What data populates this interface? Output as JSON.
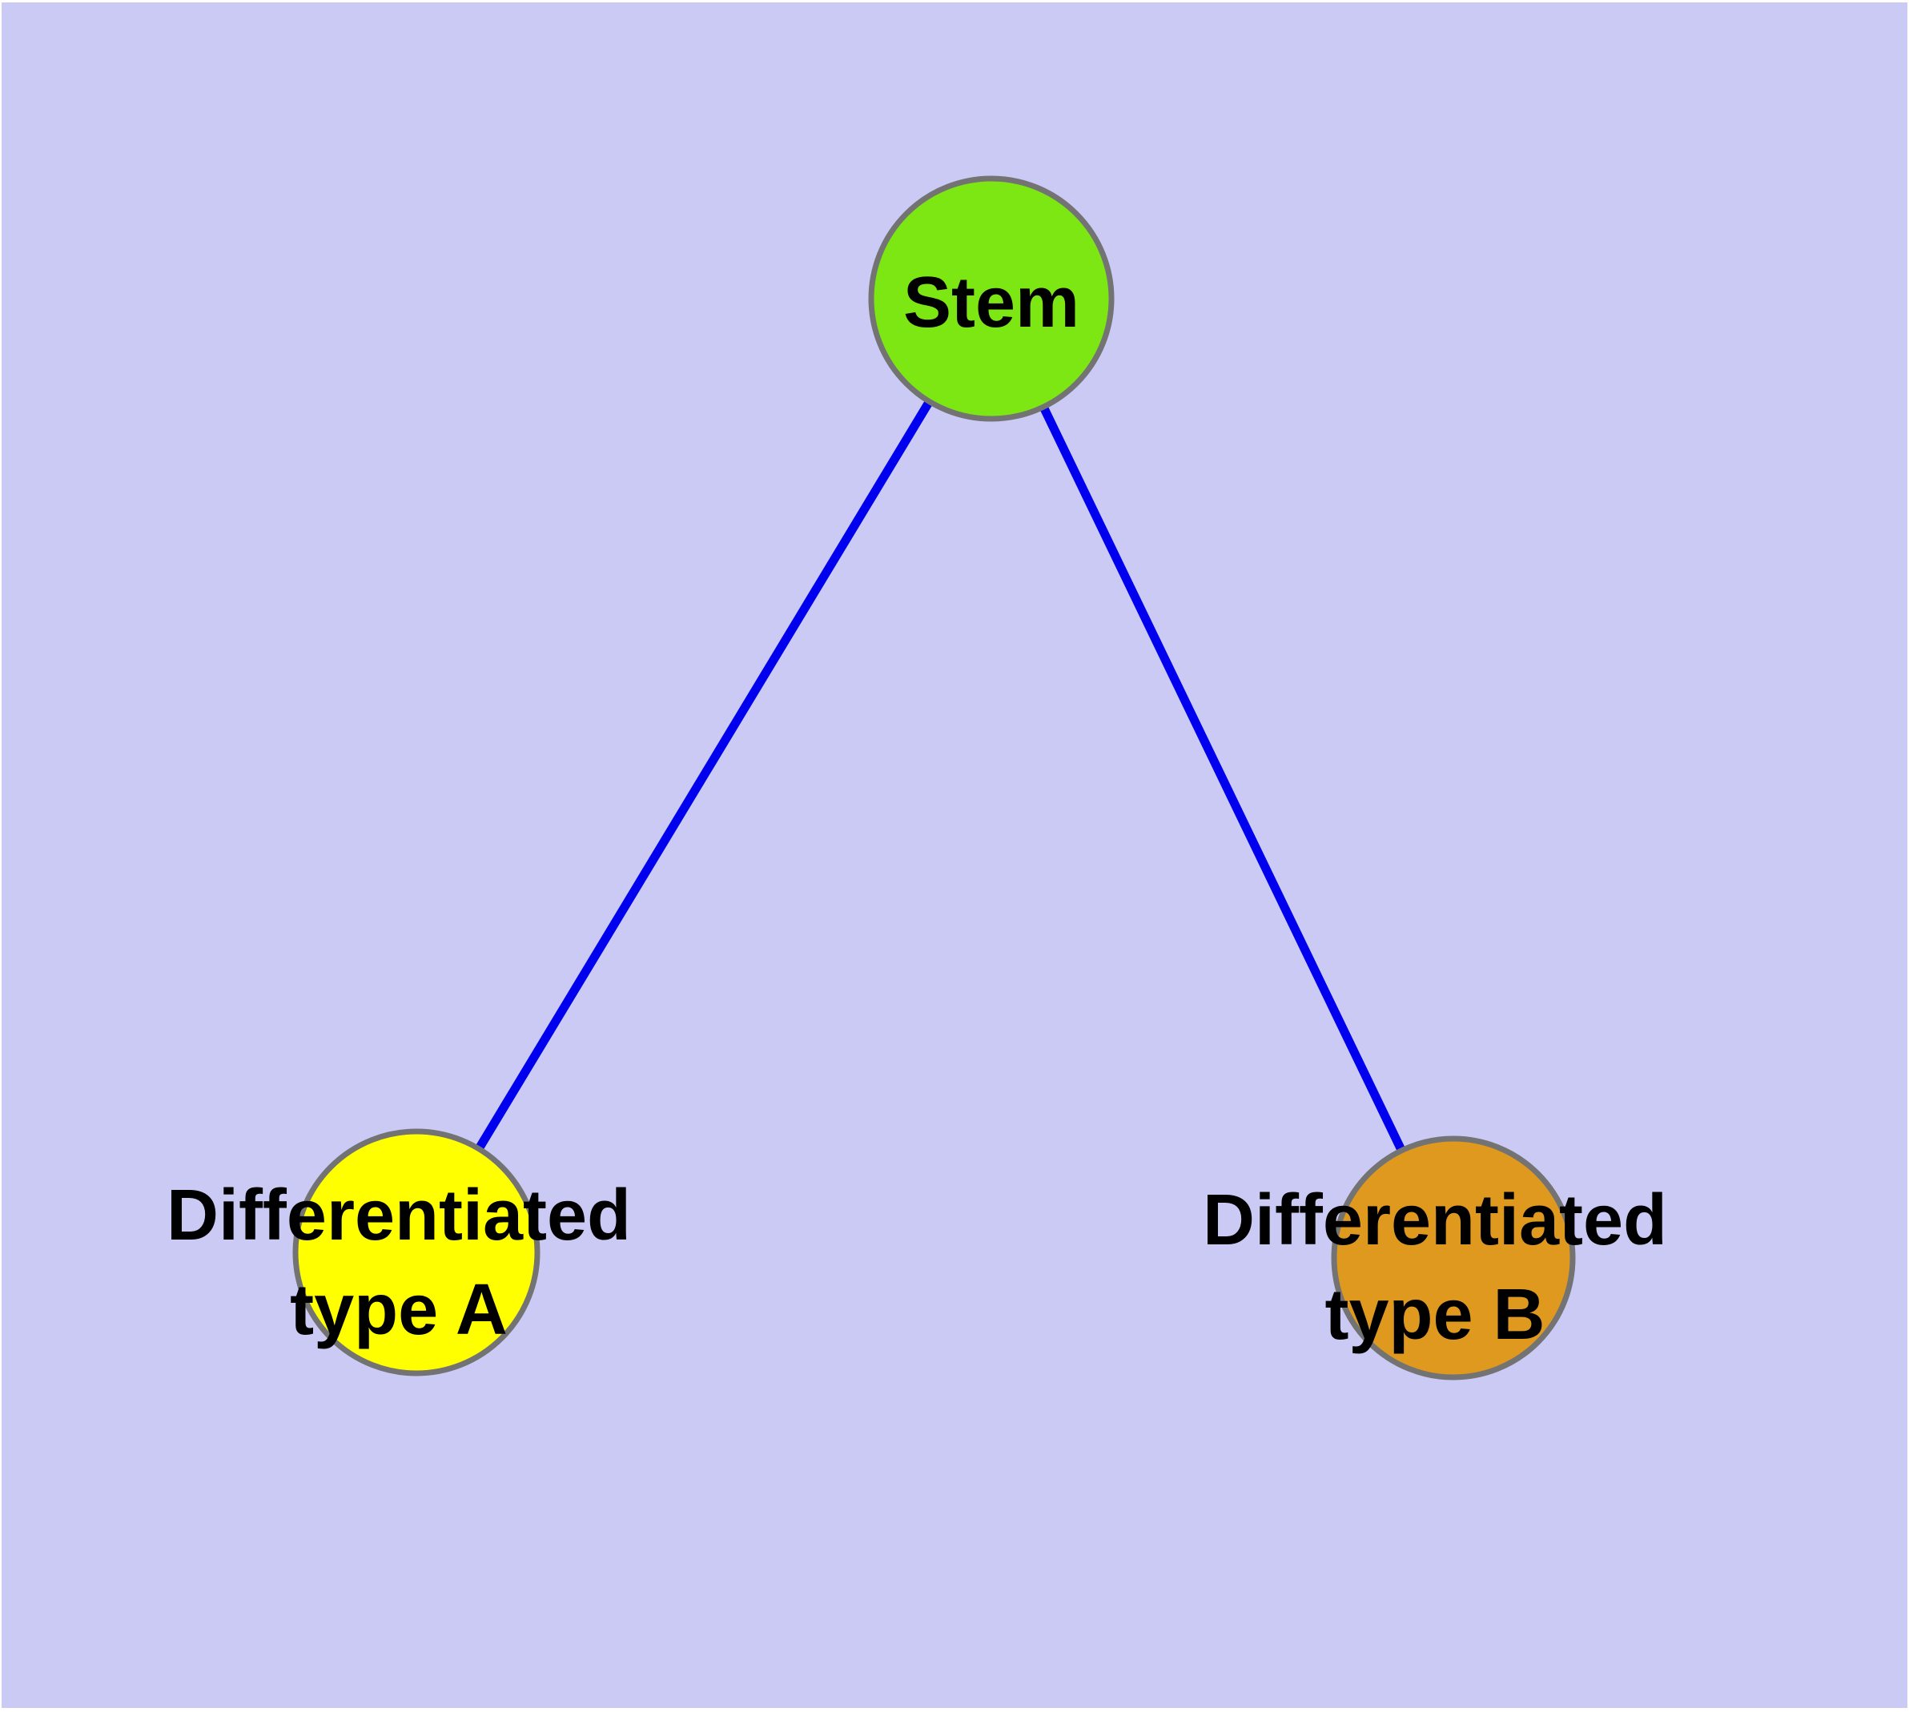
{
  "diagram": {
    "type": "node-link-graph",
    "background_color": "#cacaf5",
    "edge_color": "#0000ee",
    "node_border_color": "#737373",
    "text_color": "#000000",
    "nodes": [
      {
        "id": "stem",
        "label": "Stem",
        "lines": [
          "Stem"
        ],
        "fill": "#7de714"
      },
      {
        "id": "differentiated-type-a",
        "label": "Differentiated type A",
        "lines": [
          "Differentiated",
          "type A"
        ],
        "fill": "#ffff00"
      },
      {
        "id": "differentiated-type-b",
        "label": "Differentiated type B",
        "lines": [
          "Differentiated",
          "type B"
        ],
        "fill": "#e0991f"
      }
    ],
    "edges": [
      {
        "source": "Stem",
        "target": "Differentiated type A"
      },
      {
        "source": "Stem",
        "target": "Differentiated type B"
      }
    ]
  }
}
